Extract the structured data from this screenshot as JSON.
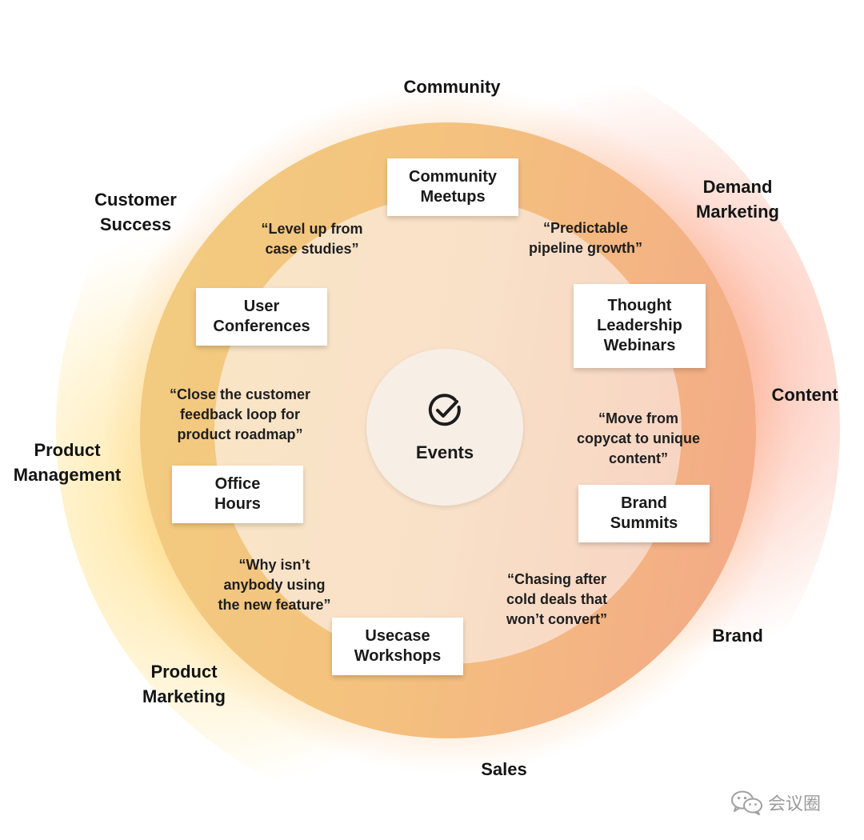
{
  "center": {
    "label": "Events",
    "icon": "check-circle-icon"
  },
  "departments": [
    {
      "id": "community",
      "label": "Community"
    },
    {
      "id": "demand-marketing",
      "label": "Demand\nMarketing"
    },
    {
      "id": "content",
      "label": "Content"
    },
    {
      "id": "brand",
      "label": "Brand"
    },
    {
      "id": "sales",
      "label": "Sales"
    },
    {
      "id": "product-marketing",
      "label": "Product\nMarketing"
    },
    {
      "id": "product-management",
      "label": "Product\nManagement"
    },
    {
      "id": "customer-success",
      "label": "Customer\nSuccess"
    }
  ],
  "event_types": [
    {
      "id": "community-meetups",
      "label": "Community\nMeetups"
    },
    {
      "id": "thought-leadership-webinars",
      "label": "Thought\nLeadership\nWebinars"
    },
    {
      "id": "brand-summits",
      "label": "Brand\nSummits"
    },
    {
      "id": "usecase-workshops",
      "label": "Usecase\nWorkshops"
    },
    {
      "id": "office-hours",
      "label": "Office\nHours"
    },
    {
      "id": "user-conferences",
      "label": "User\nConferences"
    }
  ],
  "quotes": [
    {
      "id": "pipeline",
      "text": "“Predictable\npipeline growth”"
    },
    {
      "id": "unique-content",
      "text": "“Move from\ncopycat to unique\ncontent”"
    },
    {
      "id": "cold-deals",
      "text": "“Chasing after\ncold deals that\nwon’t convert”"
    },
    {
      "id": "new-feature",
      "text": "“Why isn’t\nanybody using\nthe new feature”"
    },
    {
      "id": "feedback-loop",
      "text": "“Close the customer\nfeedback loop for\nproduct roadmap”"
    },
    {
      "id": "case-studies",
      "text": "“Level up from\ncase studies”"
    }
  ],
  "watermark": {
    "text": "会议圈",
    "icon": "wechat-icon"
  },
  "colors": {
    "ring_outer": "#f4c27e",
    "ring_inner": "#f9e1c8",
    "glow_warm": "#fdb248",
    "glow_coral": "#fa6e46",
    "center_fill": "#f7eee6"
  }
}
